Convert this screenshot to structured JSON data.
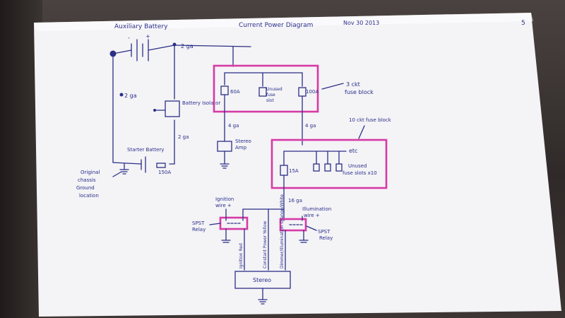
{
  "header": {
    "left_title": "Auxiliary Battery",
    "title": "Current Power Diagram",
    "date": "Nov 30 2013",
    "page_mark": "5"
  },
  "labels": {
    "top_gauge": "2 ga",
    "left_gauge": "2 ga",
    "isolator": "Battery Isolator",
    "isolator_gauge": "2 ga",
    "starter": "Starter Battery",
    "fuse_150": "150A",
    "ground": "Original chassis Ground location",
    "fuse_60": "60A",
    "unused_slot": "Unused fuse slot",
    "fuse_100": "100A",
    "block3": "3 ckt fuse block",
    "gauge_4a": "4 ga",
    "gauge_4b": "4 ga",
    "amp": "Stereo Amp",
    "block10": "10 ckt fuse block",
    "fuse_15": "15A",
    "etc": "etc",
    "unused_slots": "Unused fuse slots x10",
    "gauge_16": "16 ga",
    "ignition": "Ignition wire",
    "illumination": "Illumination wire",
    "relay_left": "SPST Relay",
    "relay_right": "SPST Relay",
    "wire_ign": "Ignition Red",
    "wire_const": "Constant Power Yellow",
    "wire_dim": "Dimmer/Illumination Orange/White",
    "stereo": "Stereo"
  }
}
